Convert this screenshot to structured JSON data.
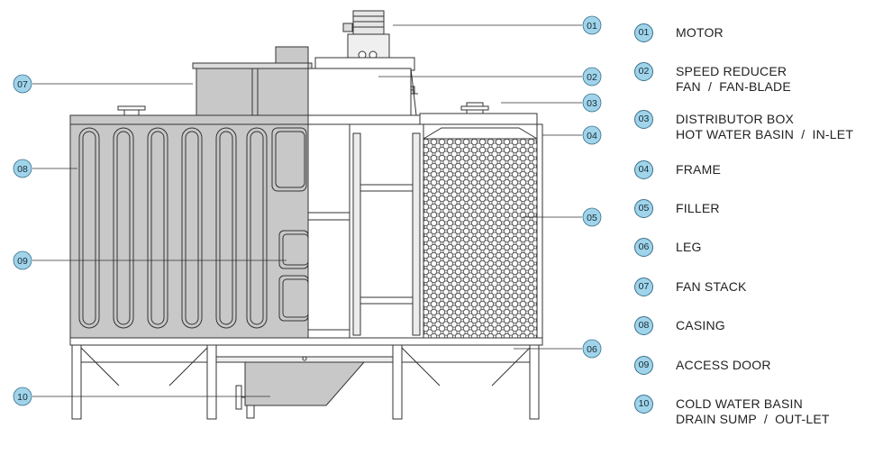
{
  "colors": {
    "badge_fill": "#9fd4ea",
    "badge_stroke": "#3a6f8c",
    "casing_fill": "#c8c8c8",
    "line": "#333333"
  },
  "legend": [
    {
      "num": "01",
      "lines": [
        "MOTOR"
      ]
    },
    {
      "num": "02",
      "lines": [
        "SPEED REDUCER",
        "FAN  /  FAN-BLADE"
      ]
    },
    {
      "num": "03",
      "lines": [
        "DISTRIBUTOR BOX",
        "HOT WATER BASIN  /  IN-LET"
      ]
    },
    {
      "num": "04",
      "lines": [
        "FRAME"
      ]
    },
    {
      "num": "05",
      "lines": [
        "FILLER"
      ]
    },
    {
      "num": "06",
      "lines": [
        "LEG"
      ]
    },
    {
      "num": "07",
      "lines": [
        "FAN STACK"
      ]
    },
    {
      "num": "08",
      "lines": [
        "CASING"
      ]
    },
    {
      "num": "09",
      "lines": [
        "ACCESS DOOR"
      ]
    },
    {
      "num": "10",
      "lines": [
        "COLD WATER BASIN",
        "DRAIN SUMP  /  OUT-LET"
      ]
    }
  ],
  "callouts": {
    "c01": "01",
    "c02": "02",
    "c03": "03",
    "c04": "04",
    "c05": "05",
    "c06": "06",
    "c07": "07",
    "c08": "08",
    "c09": "09",
    "c10": "10"
  }
}
